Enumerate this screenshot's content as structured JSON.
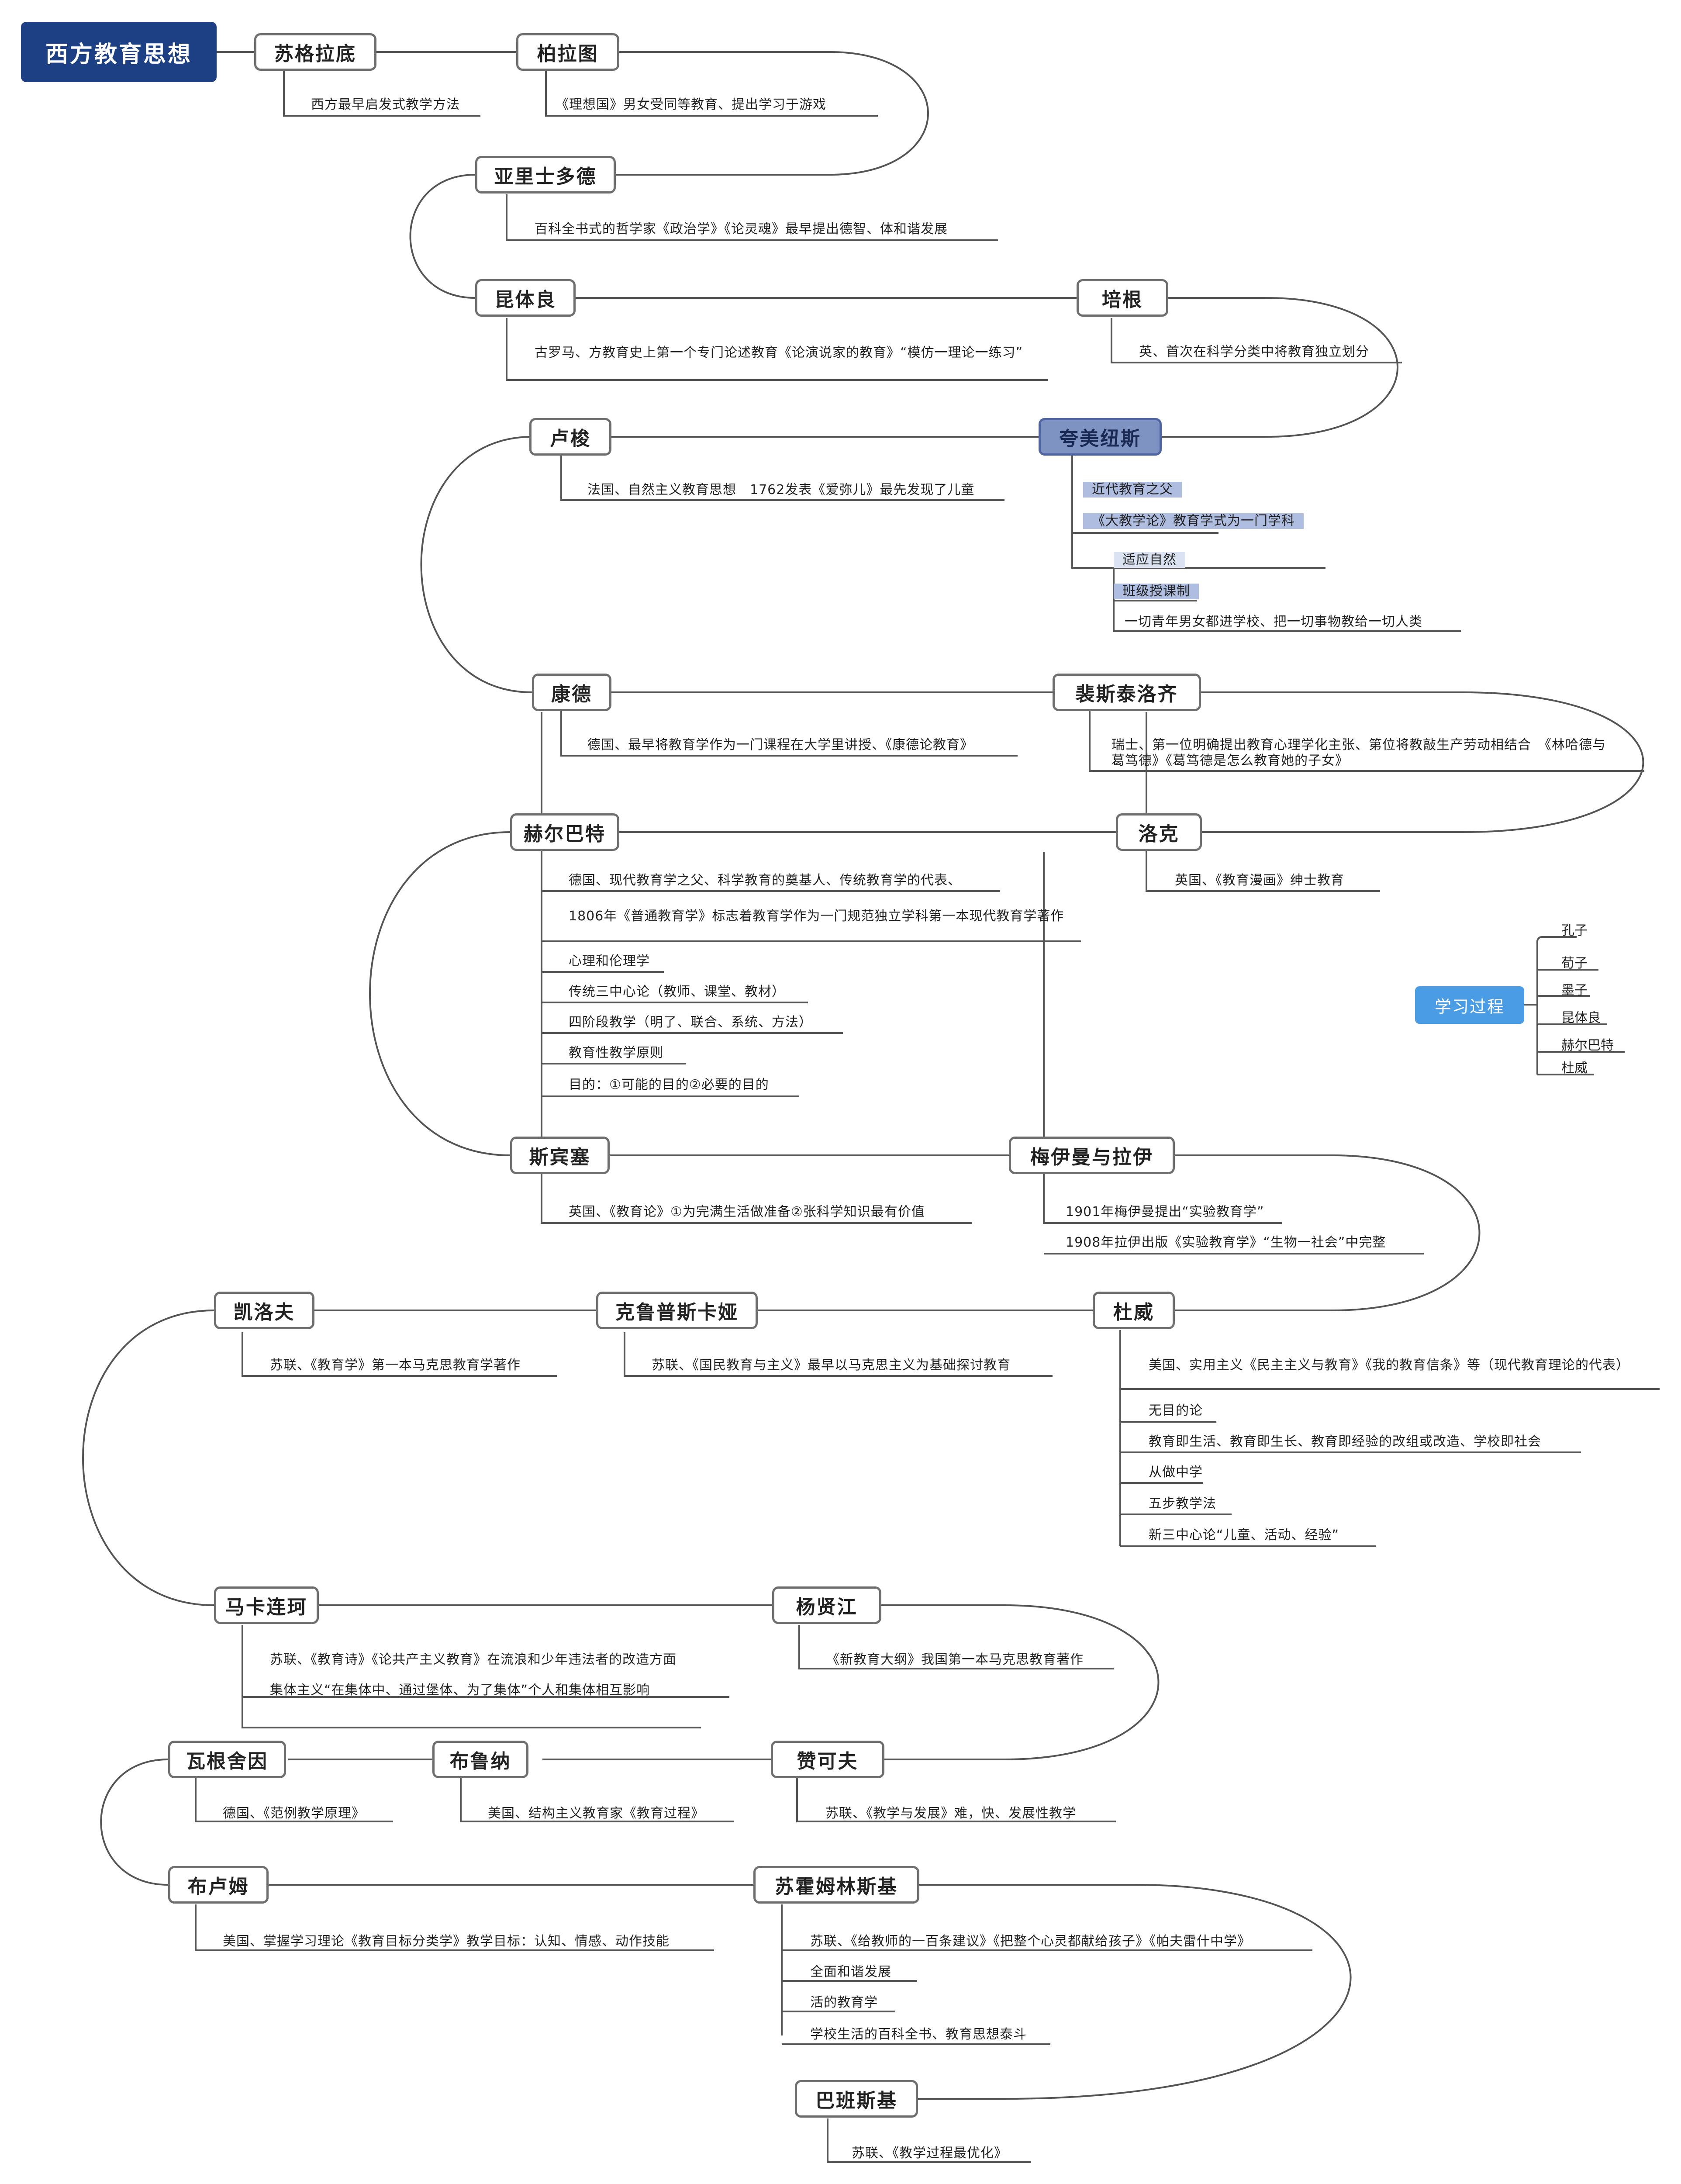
{
  "title": "西方教育思想",
  "nodes": {
    "socrates": "苏格拉底",
    "plato": "柏拉图",
    "aristotle": "亚里士多德",
    "quintilian": "昆体良",
    "bacon": "培根",
    "rousseau": "卢梭",
    "comenius": "夸美纽斯",
    "kant": "康德",
    "pestalozzi": "裴斯泰洛齐",
    "herbart": "赫尔巴特",
    "locke": "洛克",
    "spencer": "斯宾塞",
    "meumann": "梅伊曼与拉伊",
    "kairov": "凯洛夫",
    "krupskaya": "克鲁普斯卡娅",
    "dewey": "杜威",
    "makarenko": "马卡连珂",
    "yangxianjiang": "杨贤江",
    "wagenschein": "瓦根舍因",
    "bruner": "布鲁纳",
    "zankov": "赞可夫",
    "bloom": "布卢姆",
    "sukhomlinsky": "苏霍姆林斯基",
    "babansky": "巴班斯基"
  },
  "notes": {
    "socrates": [
      "西方最早启发式教学方法"
    ],
    "plato": [
      "《理想国》男女受同等教育、提出学习于游戏"
    ],
    "aristotle": [
      "百科全书式的哲学家《政治学》《论灵魂》最早提出德智、体和谐发展"
    ],
    "quintilian": [
      "古罗马、方教育史上第一个专门论述教育《论演说家的教育》“模仿一理论一练习”"
    ],
    "bacon": [
      "英、首次在科学分类中将教育独立划分"
    ],
    "rousseau": [
      "法国、自然主义教育思想　1762发表《爱弥儿》最先发现了儿童"
    ],
    "comenius": [
      "近代教育之父",
      "《大教学论》教育学式为一门学科"
    ],
    "comenius_sub": [
      "适应自然",
      "班级授课制",
      "一切青年男女都进学校、把一切事物教给一切人类"
    ],
    "kant": [
      "德国、最早将教育学作为一门课程在大学里讲授、《康德论教育》"
    ],
    "pestalozzi": [
      "瑞士、第一位明确提出教育心理学化主张、第位将教敲生产劳动相结合　《林哈德与葛笃德》《葛笃德是怎么教育她的子女》"
    ],
    "herbart": [
      "德国、现代教育学之父、科学教育的奠基人、传统教育学的代表、",
      "1806年《普通教育学》标志着教育学作为一门规范独立学科第一本现代教育学著作",
      "心理和伦理学",
      "传统三中心论（教师、课堂、教材）",
      "四阶段教学（明了、联合、系统、方法）",
      "教育性教学原则",
      "目的：①可能的目的②必要的目的"
    ],
    "locke": [
      "英国、《教育漫画》绅士教育"
    ],
    "spencer": [
      "英国、《教育论》①为完满生活做准备②张科学知识最有价值"
    ],
    "meumann": [
      "1901年梅伊曼提出“实验教育学”",
      "1908年拉伊出版《实验教育学》“生物一社会”中完整"
    ],
    "kairov": [
      "苏联、《教育学》第一本马克思教育学著作"
    ],
    "krupskaya": [
      "苏联、《国民教育与主义》最早以马克思主义为基础探讨教育"
    ],
    "dewey": [
      "美国、实用主义《民主主义与教育》《我的教育信条》等（现代教育理论的代表）",
      "无目的论",
      "教育即生活、教育即生长、教育即经验的改组或改造、学校即社会",
      "从做中学",
      "五步教学法",
      "新三中心论“儿童、活动、经验”"
    ],
    "makarenko": [
      "苏联、《教育诗》《论共产主义教育》在流浪和少年违法者的改造方面",
      "集体主义“在集体中、通过堡体、为了集体”个人和集体相互影响"
    ],
    "yangxianjiang": [
      "《新教育大纲》我国第一本马克思教育著作"
    ],
    "wagenschein": [
      "德国、《范例教学原理》"
    ],
    "bruner": [
      "美国、结构主义教育家《教育过程》"
    ],
    "zankov": [
      "苏联、《教学与发展》难，快、发展性教学"
    ],
    "bloom": [
      "美国、掌握学习理论《教育目标分类学》教学目标：认知、情感、动作技能"
    ],
    "sukhomlinsky": [
      "苏联、《给教师的一百条建议》《把整个心灵都献给孩子》《帕夫雷什中学》",
      "全面和谐发展",
      "活的教育学",
      "学校生活的百科全书、教育思想泰斗"
    ],
    "babansky": [
      "苏联、《教学过程最优化》"
    ]
  },
  "study": {
    "label": "学习过程",
    "items": [
      "孔子",
      "荀子",
      "墨子",
      "昆体良",
      "赫尔巴特",
      "杜威"
    ]
  }
}
